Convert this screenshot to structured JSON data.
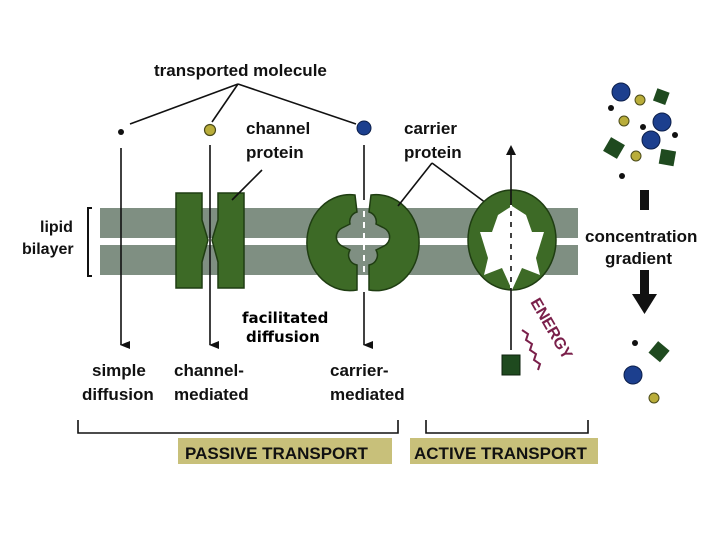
{
  "labels": {
    "transported_molecule": "transported molecule",
    "channel_protein_1": "channel",
    "channel_protein_2": "protein",
    "carrier_protein_1": "carrier",
    "carrier_protein_2": "protein",
    "lipid_bilayer_1": "lipid",
    "lipid_bilayer_2": "bilayer",
    "concentration_gradient_1": "concentration",
    "concentration_gradient_2": "gradient",
    "facilitated_1": "facilitated",
    "facilitated_2": "diffusion",
    "simple_1": "simple",
    "simple_2": "diffusion",
    "channel_mediated_1": "channel-",
    "channel_mediated_2": "mediated",
    "carrier_mediated_1": "carrier-",
    "carrier_mediated_2": "mediated",
    "energy": "ENERGY",
    "passive_transport": "PASSIVE TRANSPORT",
    "active_transport": "ACTIVE TRANSPORT"
  },
  "colors": {
    "membrane": "#7f8f82",
    "protein": "#3d6a26",
    "protein_dark": "#1f3d12",
    "bar_fill": "#c8c07a",
    "molecule_yellow": "#b9ad3a",
    "molecule_blue": "#1c3f8e",
    "molecule_green": "#1f4a1f",
    "energy": "#7a1f4a"
  }
}
